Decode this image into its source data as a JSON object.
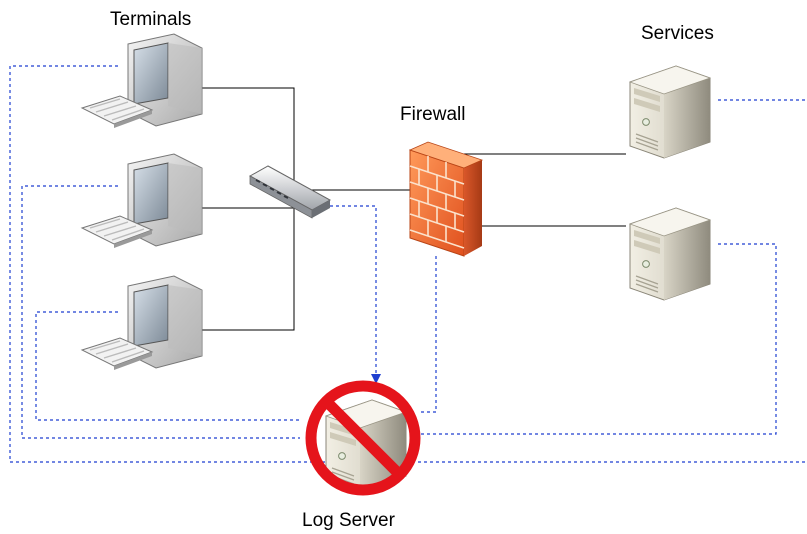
{
  "labels": {
    "terminals": "Terminals",
    "services": "Services",
    "firewall": "Firewall",
    "log_server": "Log Server"
  },
  "nodes": {
    "terminals": [
      {
        "id": "terminal-1",
        "icon": "desktop-computer-icon"
      },
      {
        "id": "terminal-2",
        "icon": "desktop-computer-icon"
      },
      {
        "id": "terminal-3",
        "icon": "desktop-computer-icon"
      }
    ],
    "switch": {
      "id": "network-switch",
      "icon": "network-switch-icon"
    },
    "firewall": {
      "id": "firewall",
      "icon": "brick-firewall-icon"
    },
    "services": [
      {
        "id": "service-server-1",
        "icon": "tower-server-icon"
      },
      {
        "id": "service-server-2",
        "icon": "tower-server-icon"
      }
    ],
    "log_server": {
      "id": "log-server",
      "icon": "tower-server-icon",
      "status_icon": "prohibited-icon"
    }
  },
  "connections": {
    "network_links": "solid-black",
    "log_links": "dashed-blue"
  },
  "colors": {
    "network_line": "#000000",
    "log_line": "#1f3fd0",
    "firewall_brick": "#f07030",
    "prohibited_sign": "#e5141b"
  }
}
